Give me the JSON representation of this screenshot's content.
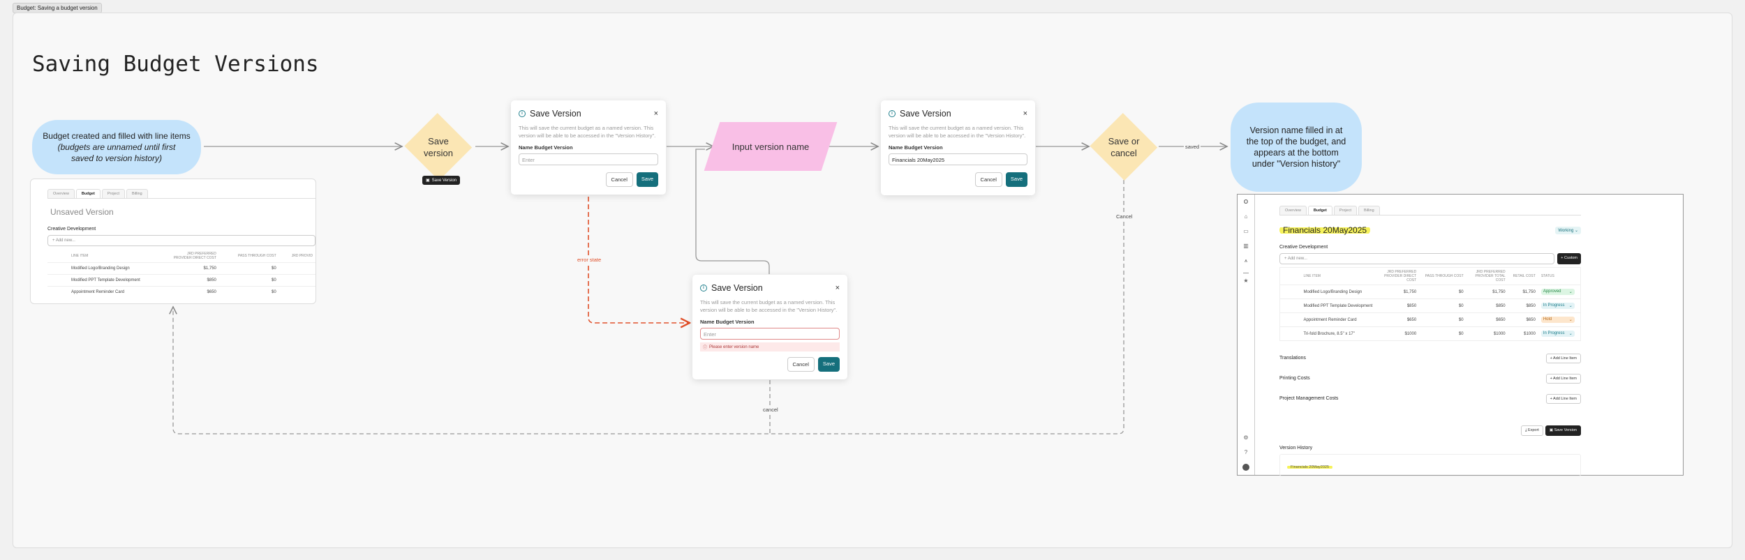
{
  "page_label": "Budget: Saving a budget version",
  "title": "Saving Budget Versions",
  "nodes": {
    "start": {
      "line1": "Budget created and filled with line items",
      "line2": "(budgets are unnamed until first saved to version history)"
    },
    "save_decision": {
      "label": "Save version",
      "button": "Save Version"
    },
    "input": {
      "label": "Input version name"
    },
    "save_or_cancel": {
      "label": "Save or cancel"
    },
    "end": {
      "label": "Version name filled in at the top of the budget, and appears at the bottom under \"Version history\""
    }
  },
  "edge_labels": {
    "error": "error state",
    "saved": "saved",
    "cancel_upper": "Cancel",
    "cancel_lower": "cancel"
  },
  "dialog": {
    "title": "Save Version",
    "close": "×",
    "description": "This will save the current budget as a named version. This version will be able to be accessed in the \"Version History\".",
    "field_label": "Name Budget Version",
    "placeholder": "Enter",
    "filled_value": "Financials 20May2025",
    "error": "Please enter version name",
    "cancel": "Cancel",
    "save": "Save"
  },
  "tabs": [
    "Overview",
    "Budget",
    "Project",
    "Billing"
  ],
  "unsaved_card": {
    "heading": "Unsaved Version",
    "section": "Creative Development",
    "add_placeholder": "Add new...",
    "columns": [
      "LINE ITEM",
      "JRD PREFERRED PROVIDER DIRECT COST",
      "PASS THROUGH COST",
      "JRD PROVID"
    ],
    "rows": [
      [
        "Modified Logo/Branding Design",
        "$1,750",
        "$0"
      ],
      [
        "Modified PPT Template Development",
        "$850",
        "$0"
      ],
      [
        "Appointment Reminder Card",
        "$650",
        "$0"
      ]
    ]
  },
  "saved_screen": {
    "version_title": "Financials 20May2025",
    "state": "Working",
    "section": "Creative Development",
    "add_placeholder": "Add new...",
    "custom": "+ Custom",
    "columns": [
      "LINE ITEM",
      "JRD PREFERRED PROVIDER DIRECT COST",
      "PASS THROUGH COST",
      "JRD PREFERRED PROVIDER TOTAL COST",
      "RETAIL COST",
      "STATUS"
    ],
    "rows": [
      {
        "item": "Modified Logo/Branding Design",
        "direct": "$1,750",
        "pass": "$0",
        "total": "$1,750",
        "retail": "$1,750",
        "status": "Approved"
      },
      {
        "item": "Modified PPT Template Development",
        "direct": "$850",
        "pass": "$0",
        "total": "$850",
        "retail": "$850",
        "status": "In Progress"
      },
      {
        "item": "Appointment Reminder Card",
        "direct": "$650",
        "pass": "$0",
        "total": "$650",
        "retail": "$650",
        "status": "Hold"
      },
      {
        "item": "Tri-fold Brochure, 8.5\" x 17\"",
        "direct": "$1000",
        "pass": "$0",
        "total": "$1000",
        "retail": "$1000",
        "status": "In Progress"
      }
    ],
    "sections": [
      "Translations",
      "Printing Costs",
      "Project Management Costs"
    ],
    "add_line_item": "+ Add Line Item",
    "export": "Export",
    "save_version": "Save Version",
    "history_heading": "Version History",
    "history_items": [
      "Financials 20May2025"
    ]
  },
  "colors": {
    "start_end": "#c4e3fb",
    "decision": "#fbe6b4",
    "input": "#f9bfe6",
    "error": "#e0502a",
    "primary": "#156f7c",
    "highlight": "#f6f25a"
  }
}
